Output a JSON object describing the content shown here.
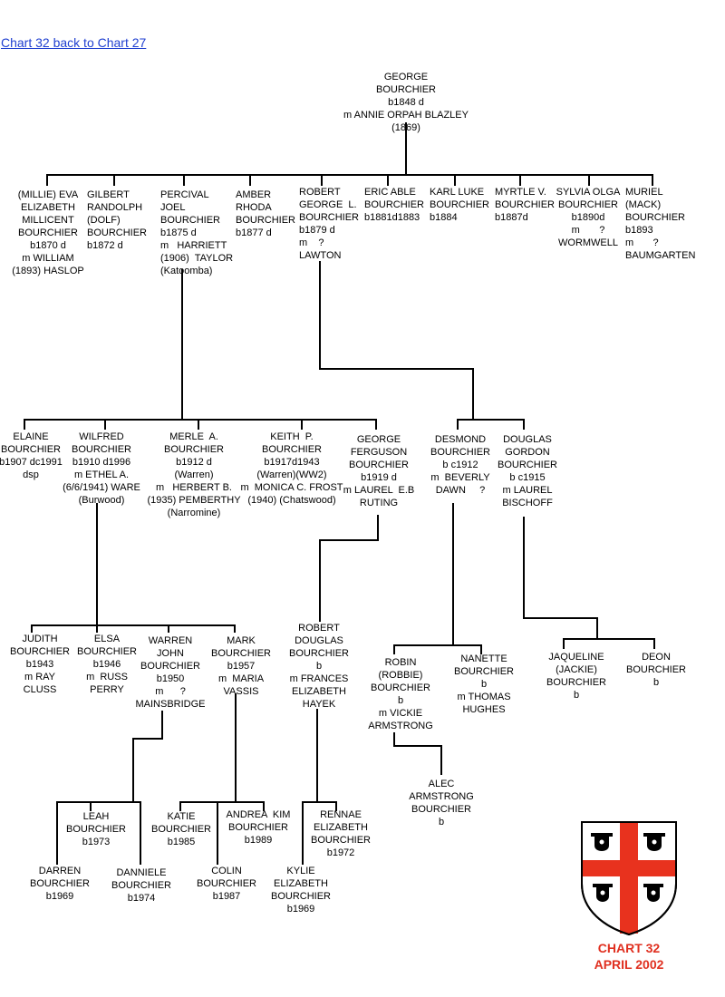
{
  "nav": {
    "link_text": "Chart 32 back to Chart 27"
  },
  "colors": {
    "link": "#1f3fd0",
    "caption": "#e03020",
    "crest_cross": "#e8321e",
    "lines": "#000000"
  },
  "people": [
    {
      "id": "george",
      "lines": [
        "GEORGE",
        "BOURCHIER",
        "b1848 d",
        "m ANNIE ORPAH BLAZLEY",
        "(1869)"
      ]
    },
    {
      "id": "eva",
      "lines": [
        "(MILLIE) EVA",
        "ELIZABETH",
        "MILLICENT",
        "BOURCHIER",
        "b1870 d",
        "m WILLIAM",
        "(1893) HASLOP"
      ]
    },
    {
      "id": "gilbert",
      "lines": [
        "GILBERT",
        "RANDOLPH",
        "(DOLF)",
        "BOURCHIER",
        "b1872 d"
      ]
    },
    {
      "id": "percival",
      "lines": [
        "PERCIVAL",
        "JOEL",
        "BOURCHIER",
        "b1875 d",
        "m   HARRIETT",
        "(1906)  TAYLOR",
        "(Katoomba)"
      ]
    },
    {
      "id": "amber",
      "lines": [
        "AMBER",
        "RHODA",
        "BOURCHIER",
        "b1877 d"
      ]
    },
    {
      "id": "robert",
      "lines": [
        "ROBERT",
        "GEORGE  L.",
        "BOURCHIER",
        "b1879 d",
        "m    ?",
        "LAWTON"
      ]
    },
    {
      "id": "eric",
      "lines": [
        "ERIC ABLE",
        "BOURCHIER",
        "b1881d1883"
      ]
    },
    {
      "id": "karl",
      "lines": [
        "KARL LUKE",
        "BOURCHIER",
        "b1884"
      ]
    },
    {
      "id": "myrtle",
      "lines": [
        "MYRTLE V.",
        "BOURCHIER",
        "b1887d"
      ]
    },
    {
      "id": "sylvia",
      "lines": [
        "SYLVIA OLGA",
        "BOURCHIER",
        "b1890d",
        "m       ?",
        "WORMWELL"
      ]
    },
    {
      "id": "muriel",
      "lines": [
        "MURIEL",
        "(MACK)",
        "BOURCHIER",
        "b1893",
        "m       ?",
        "BAUMGARTEN"
      ]
    },
    {
      "id": "elaine",
      "lines": [
        "ELAINE",
        "BOURCHIER",
        "b1907 dc1991",
        "dsp"
      ]
    },
    {
      "id": "wilfred",
      "lines": [
        "WILFRED",
        "BOURCHIER",
        "b1910 d1996",
        "m ETHEL A.",
        "(6/6/1941) WARE",
        "(Burwood)"
      ]
    },
    {
      "id": "merle",
      "lines": [
        "MERLE  A.",
        "BOURCHIER",
        "b1912 d",
        "(Warren)",
        "m   HERBERT B.",
        "(1935) PEMBERTHY",
        "(Narromine)"
      ]
    },
    {
      "id": "keith",
      "lines": [
        "KEITH  P.",
        "BOURCHIER",
        "b1917d1943",
        "(Warren)(WW2)",
        "m  MONICA C. FROST",
        "(1940) (Chatswood)"
      ]
    },
    {
      "id": "georgef",
      "lines": [
        "GEORGE",
        "FERGUSON",
        "BOURCHIER",
        "b1919 d",
        "m LAUREL  E.B",
        "RUTING"
      ]
    },
    {
      "id": "desmond",
      "lines": [
        "DESMOND",
        "BOURCHIER",
        "b c1912",
        "m  BEVERLY",
        "DAWN     ?"
      ]
    },
    {
      "id": "douglas",
      "lines": [
        "DOUGLAS",
        "GORDON",
        "BOURCHIER",
        "b c1915",
        "m LAUREL",
        "BISCHOFF"
      ]
    },
    {
      "id": "judith",
      "lines": [
        "JUDITH",
        "BOURCHIER",
        "b1943",
        "m RAY",
        "CLUSS"
      ]
    },
    {
      "id": "elsa",
      "lines": [
        "ELSA",
        "BOURCHIER",
        "b1946",
        "m  RUSS",
        "PERRY"
      ]
    },
    {
      "id": "warren",
      "lines": [
        "WARREN",
        "JOHN",
        "BOURCHIER",
        "b1950",
        "m      ?",
        "MAINSBRIDGE"
      ]
    },
    {
      "id": "mark",
      "lines": [
        "MARK",
        "BOURCHIER",
        "b1957",
        "m  MARIA",
        "VASSIS"
      ]
    },
    {
      "id": "robertd",
      "lines": [
        "ROBERT",
        "DOUGLAS",
        "BOURCHIER",
        "b",
        "m FRANCES",
        "ELIZABETH",
        "HAYEK"
      ]
    },
    {
      "id": "robin",
      "lines": [
        "ROBIN",
        "(ROBBIE)",
        "BOURCHIER",
        "b",
        "m VICKIE",
        "ARMSTRONG"
      ]
    },
    {
      "id": "nanette",
      "lines": [
        "NANETTE",
        "BOURCHIER",
        "b",
        "m THOMAS",
        "HUGHES"
      ]
    },
    {
      "id": "jaqueline",
      "lines": [
        "JAQUELINE",
        "(JACKIE)",
        "BOURCHIER",
        "b"
      ]
    },
    {
      "id": "deon",
      "lines": [
        "DEON",
        "BOURCHIER",
        "b"
      ]
    },
    {
      "id": "alec",
      "lines": [
        "ALEC",
        "ARMSTRONG",
        "BOURCHIER",
        "b"
      ]
    },
    {
      "id": "leah",
      "lines": [
        "LEAH",
        "BOURCHIER",
        "b1973"
      ]
    },
    {
      "id": "darren",
      "lines": [
        "DARREN",
        "BOURCHIER",
        "b1969"
      ]
    },
    {
      "id": "danniele",
      "lines": [
        "DANNIELE",
        "BOURCHIER",
        "b1974"
      ]
    },
    {
      "id": "katie",
      "lines": [
        "KATIE",
        "BOURCHIER",
        "b1985"
      ]
    },
    {
      "id": "andrea",
      "lines": [
        "ANDREA  KIM",
        "BOURCHIER",
        "b1989"
      ]
    },
    {
      "id": "colin",
      "lines": [
        "COLIN",
        "BOURCHIER",
        "b1987"
      ]
    },
    {
      "id": "rennae",
      "lines": [
        "RENNAE",
        "ELIZABETH",
        "BOURCHIER",
        "b1972"
      ]
    },
    {
      "id": "kylie",
      "lines": [
        "KYLIE",
        "ELIZABETH",
        "BOURCHIER",
        "b1969"
      ]
    }
  ],
  "caption": {
    "chart": "CHART 32",
    "date": "APRIL 2002"
  }
}
